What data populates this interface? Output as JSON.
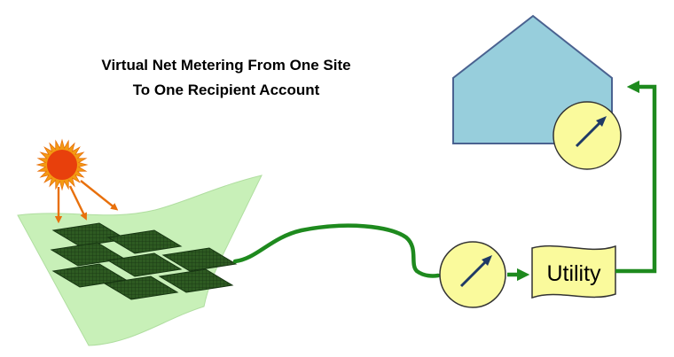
{
  "title": {
    "line1": "Virtual Net Metering From One Site",
    "line2": "To One Recipient Account"
  },
  "labels": {
    "utility": "Utility"
  },
  "icons": [
    "sun-icon",
    "solar-panel-icon",
    "meter-icon",
    "house-icon",
    "document-icon"
  ],
  "colors": {
    "background": "#ffffff",
    "field": "#c8f0b8",
    "panel": "#2e5a22",
    "panel_grid": "#173612",
    "sun_outer": "#f39a12",
    "sun_inner": "#e8400c",
    "sun_rays": "#e8700c",
    "wire": "#1e8a1e",
    "meter_face": "#fafa9c",
    "meter_needle": "#1f3a66",
    "house_fill": "#97cedc",
    "house_stroke": "#4a6290",
    "utility_fill": "#fafa9c"
  }
}
